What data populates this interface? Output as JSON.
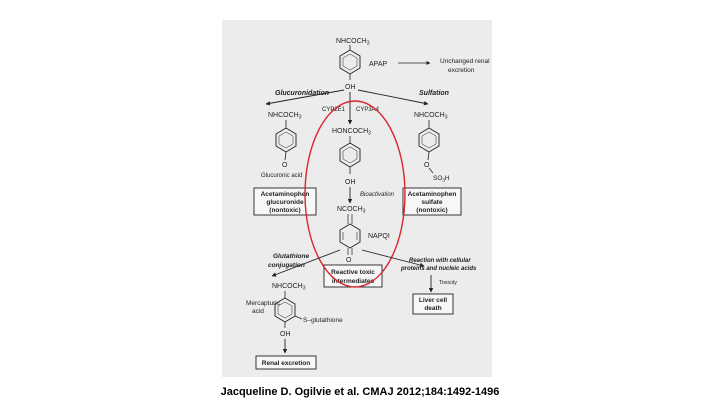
{
  "diagram": {
    "parent": {
      "group": "NHCOCH",
      "sub": "3",
      "oh": "OH",
      "label": "APAP"
    },
    "unchanged": {
      "line1": "Unchanged renal",
      "line2": "excretion"
    },
    "left_path": {
      "label": "Glucuronidation",
      "group": "NHCOCH",
      "sub": "3",
      "o": "O",
      "substituent": "Glucuronic acid",
      "box": [
        "Acetaminophen",
        "glucuronide",
        "(nontoxic)"
      ]
    },
    "right_path": {
      "label": "Sulfation",
      "group": "NHCOCH",
      "sub": "3",
      "o": "O",
      "so3": "SO",
      "so3_sub": "3",
      "so3_h": "H",
      "box": [
        "Acetaminophen",
        "sulfate",
        "(nontoxic)"
      ]
    },
    "center": {
      "enzyme1": "CYP2E1",
      "enzyme2": "CYP3A4",
      "intermediate_group": "HONCOCH",
      "intermediate_sub": "3",
      "intermediate_oh": "OH",
      "bioactivation": "Bioactivation",
      "napqi_group": "NCOCH",
      "napqi_sub": "3",
      "napqi_o": "O",
      "napqi_label": "NAPQI",
      "box": [
        "Reactive toxic",
        "intermediates"
      ]
    },
    "glutathione": {
      "label1": "Glutathione",
      "label2": "conjugation",
      "group": "NHCOCH",
      "sub": "3",
      "acid1": "Mercapturic",
      "acid2": "acid",
      "s_group": "S–glutathione",
      "oh": "OH",
      "box": "Renal excretion"
    },
    "cellular": {
      "label1": "Reaction with cellular",
      "label2": "proteins and nucleic acids",
      "toxicity": "Toxicity",
      "box": [
        "Liver cell",
        "death"
      ]
    }
  },
  "citation": "Jacqueline D. Ogilvie et al. CMAJ 2012;184:1492-1496"
}
